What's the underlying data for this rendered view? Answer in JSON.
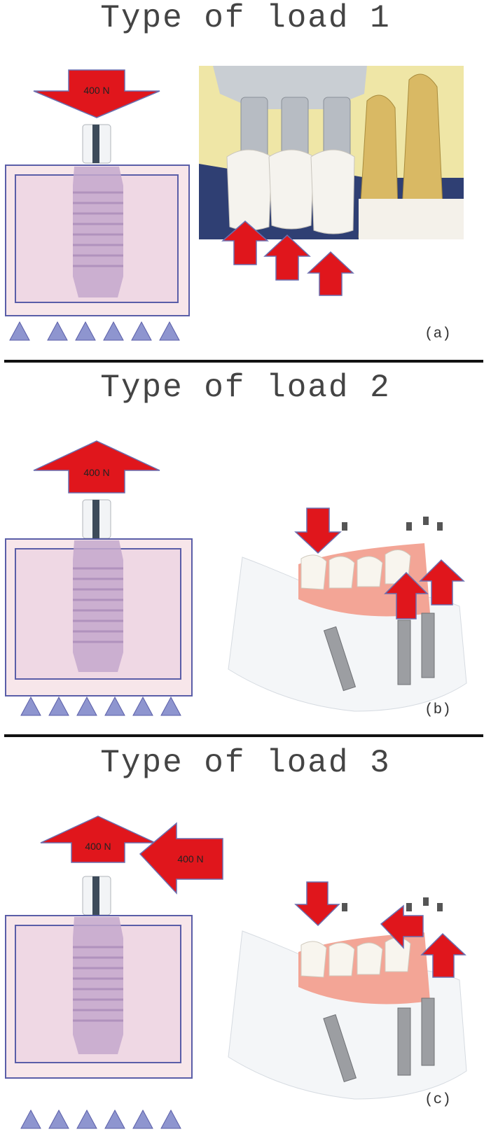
{
  "panels": [
    {
      "title": "Type of load 1",
      "caption": "(a)",
      "labels": [
        "400 N"
      ]
    },
    {
      "title": "Type of load 2",
      "caption": "(b)",
      "labels": [
        "400 N"
      ]
    },
    {
      "title": "Type of load 3",
      "caption": "(c)",
      "labels": [
        "400 N",
        "400 N"
      ]
    }
  ],
  "colors": {
    "arrow": "#e0161c",
    "box_border": "#5a5ea8",
    "box_fill": "#f7e6ea",
    "implant": "#c4a8cc",
    "support": "#8e95cf"
  }
}
